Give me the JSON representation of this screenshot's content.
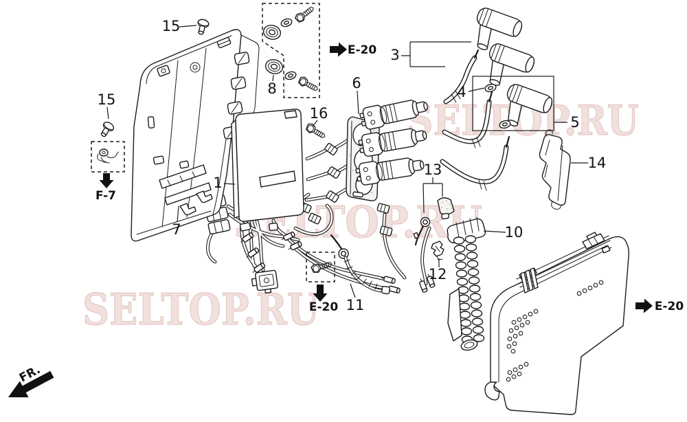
{
  "colors": {
    "background": "#ffffff",
    "line": "#1a1a1a",
    "watermark_fill": "#f2e0dd",
    "watermark_edge": "#ddc1bd"
  },
  "watermark": {
    "text": "SELTOP.RU"
  },
  "direction_indicator": {
    "label": "FR."
  },
  "callouts": {
    "e20_top": {
      "label": "E-20"
    },
    "e20_bottom": {
      "label": "E-20"
    },
    "e20_right": {
      "label": "E-20"
    },
    "f7": {
      "label": "F-7"
    }
  },
  "parts": {
    "p1": {
      "number": "1"
    },
    "p3": {
      "number": "3"
    },
    "p4": {
      "number": "4"
    },
    "p5": {
      "number": "5"
    },
    "p6": {
      "number": "6"
    },
    "p7": {
      "number": "7"
    },
    "p8": {
      "number": "8"
    },
    "p10": {
      "number": "10"
    },
    "p11": {
      "number": "11"
    },
    "p12": {
      "number": "12"
    },
    "p13": {
      "number": "13"
    },
    "p14": {
      "number": "14"
    },
    "p15_top": {
      "number": "15"
    },
    "p15_left": {
      "number": "15"
    },
    "p16": {
      "number": "16"
    }
  }
}
